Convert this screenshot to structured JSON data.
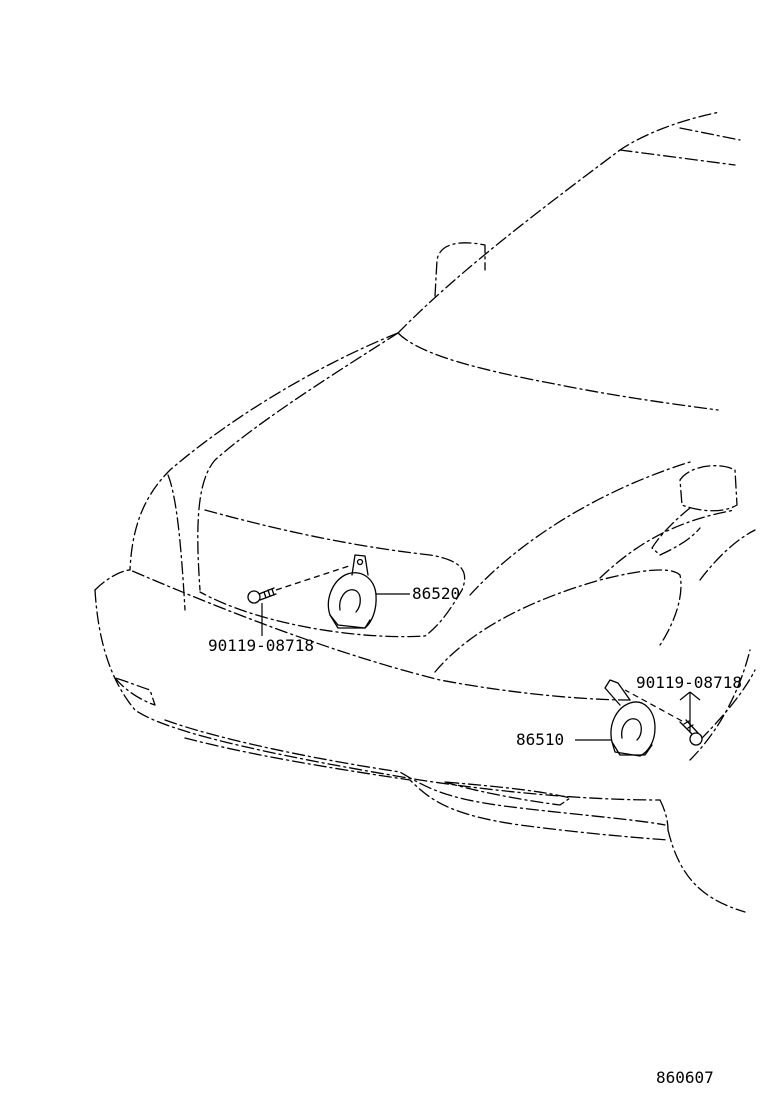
{
  "callouts": {
    "horn_high": "86520",
    "horn_low": "86510",
    "bolt_left": "90119-08718",
    "bolt_right": "90119-08718"
  },
  "illustration_code": "860607"
}
